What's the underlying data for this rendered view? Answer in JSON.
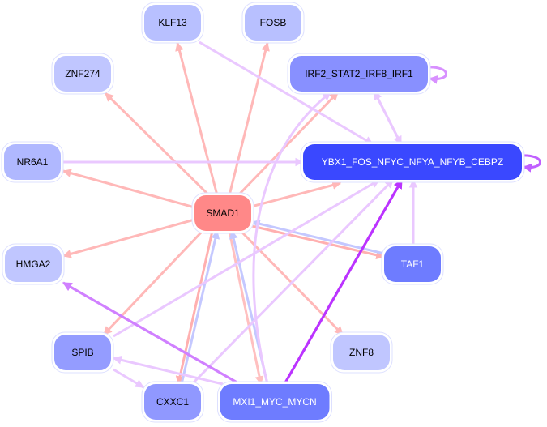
{
  "diagram": {
    "type": "network",
    "nodes": [
      {
        "id": "KLF13",
        "label": "KLF13",
        "fill": "#b8c0ff",
        "text": "#000000"
      },
      {
        "id": "FOSB",
        "label": "FOSB",
        "fill": "#b8c0ff",
        "text": "#000000"
      },
      {
        "id": "ZNF274",
        "label": "ZNF274",
        "fill": "#c0c6ff",
        "text": "#000000"
      },
      {
        "id": "IRF2",
        "label": "IRF2_STAT2_IRF8_IRF1",
        "fill": "#8890ff",
        "text": "#000000"
      },
      {
        "id": "NR6A1",
        "label": "NR6A1",
        "fill": "#b0b8ff",
        "text": "#000000"
      },
      {
        "id": "YBX1",
        "label": "YBX1_FOS_NFYC_NFYA_NFYB_CEBPZ",
        "fill": "#3a48ff",
        "text": "#ffffff"
      },
      {
        "id": "SMAD1",
        "label": "SMAD1",
        "fill": "#ff8888",
        "text": "#000000"
      },
      {
        "id": "HMGA2",
        "label": "HMGA2",
        "fill": "#c0c6ff",
        "text": "#000000"
      },
      {
        "id": "TAF1",
        "label": "TAF1",
        "fill": "#6e7cff",
        "text": "#ffffff"
      },
      {
        "id": "SPIB",
        "label": "SPIB",
        "fill": "#949cff",
        "text": "#000000"
      },
      {
        "id": "ZNF8",
        "label": "ZNF8",
        "fill": "#c0c6ff",
        "text": "#000000"
      },
      {
        "id": "CXXC1",
        "label": "CXXC1",
        "fill": "#9098ff",
        "text": "#000000"
      },
      {
        "id": "MXI1",
        "label": "MXI1_MYC_MYCN",
        "fill": "#6e7cff",
        "text": "#ffffff"
      }
    ],
    "edges": [
      {
        "from": "SMAD1",
        "to": "KLF13",
        "color": "#ffb8b8"
      },
      {
        "from": "SMAD1",
        "to": "FOSB",
        "color": "#ffb8b8"
      },
      {
        "from": "SMAD1",
        "to": "ZNF274",
        "color": "#ffb8b8"
      },
      {
        "from": "SMAD1",
        "to": "IRF2",
        "color": "#ffb8b8"
      },
      {
        "from": "SMAD1",
        "to": "NR6A1",
        "color": "#ffb8b8"
      },
      {
        "from": "SMAD1",
        "to": "YBX1",
        "color": "#ffb8b8"
      },
      {
        "from": "SMAD1",
        "to": "HMGA2",
        "color": "#ffb8b8"
      },
      {
        "from": "SMAD1",
        "to": "TAF1",
        "color": "#ffb0b0"
      },
      {
        "from": "SMAD1",
        "to": "SPIB",
        "color": "#ffb8b8"
      },
      {
        "from": "SMAD1",
        "to": "ZNF8",
        "color": "#ffb8b8"
      },
      {
        "from": "SMAD1",
        "to": "CXXC1",
        "color": "#ffb0b0"
      },
      {
        "from": "SMAD1",
        "to": "MXI1",
        "color": "#ffc0c0"
      },
      {
        "from": "TAF1",
        "to": "SMAD1",
        "color": "#c4c8ff"
      },
      {
        "from": "CXXC1",
        "to": "SMAD1",
        "color": "#c4c8ff"
      },
      {
        "from": "MXI1",
        "to": "SMAD1",
        "color": "#c4c8ff"
      },
      {
        "from": "KLF13",
        "to": "YBX1",
        "color": "#eac8ff"
      },
      {
        "from": "NR6A1",
        "to": "YBX1",
        "color": "#eac8ff"
      },
      {
        "from": "IRF2",
        "to": "YBX1",
        "color": "#eac8ff"
      },
      {
        "from": "YBX1",
        "to": "IRF2",
        "color": "#eac8ff"
      },
      {
        "from": "TAF1",
        "to": "YBX1",
        "color": "#eac8ff"
      },
      {
        "from": "SPIB",
        "to": "YBX1",
        "color": "#eac8ff"
      },
      {
        "from": "CXXC1",
        "to": "YBX1",
        "color": "#eac8ff"
      },
      {
        "from": "MXI1",
        "to": "YBX1",
        "color": "#bb33ff"
      },
      {
        "from": "MXI1",
        "to": "IRF2",
        "color": "#eac8ff"
      },
      {
        "from": "MXI1",
        "to": "HMGA2",
        "color": "#d080ff"
      },
      {
        "from": "MXI1",
        "to": "SPIB",
        "color": "#eac8ff"
      },
      {
        "from": "SPIB",
        "to": "CXXC1",
        "color": "#eac8ff"
      },
      {
        "from": "IRF2",
        "to": "IRF2",
        "color": "#d890ff"
      },
      {
        "from": "YBX1",
        "to": "YBX1",
        "color": "#c060ff"
      }
    ]
  }
}
